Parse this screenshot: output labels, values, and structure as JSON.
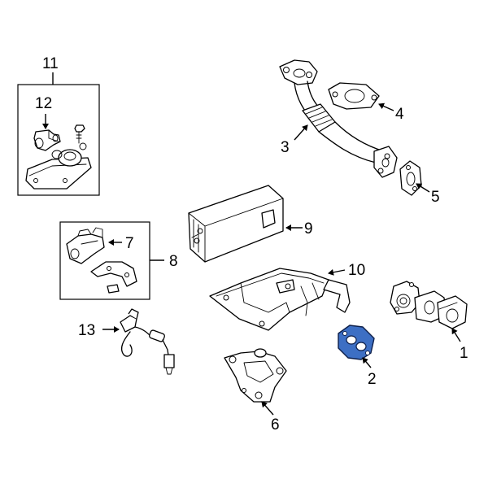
{
  "callouts": {
    "c1": "1",
    "c2": "2",
    "c3": "3",
    "c4": "4",
    "c5": "5",
    "c6": "6",
    "c7": "7",
    "c8": "8",
    "c9": "9",
    "c10": "10",
    "c11": "11",
    "c12": "12",
    "c13": "13"
  },
  "colors": {
    "highlight": "#3d6fc4",
    "highlight_outline": "#0d1f4a",
    "line": "#000000",
    "background": "#ffffff"
  }
}
